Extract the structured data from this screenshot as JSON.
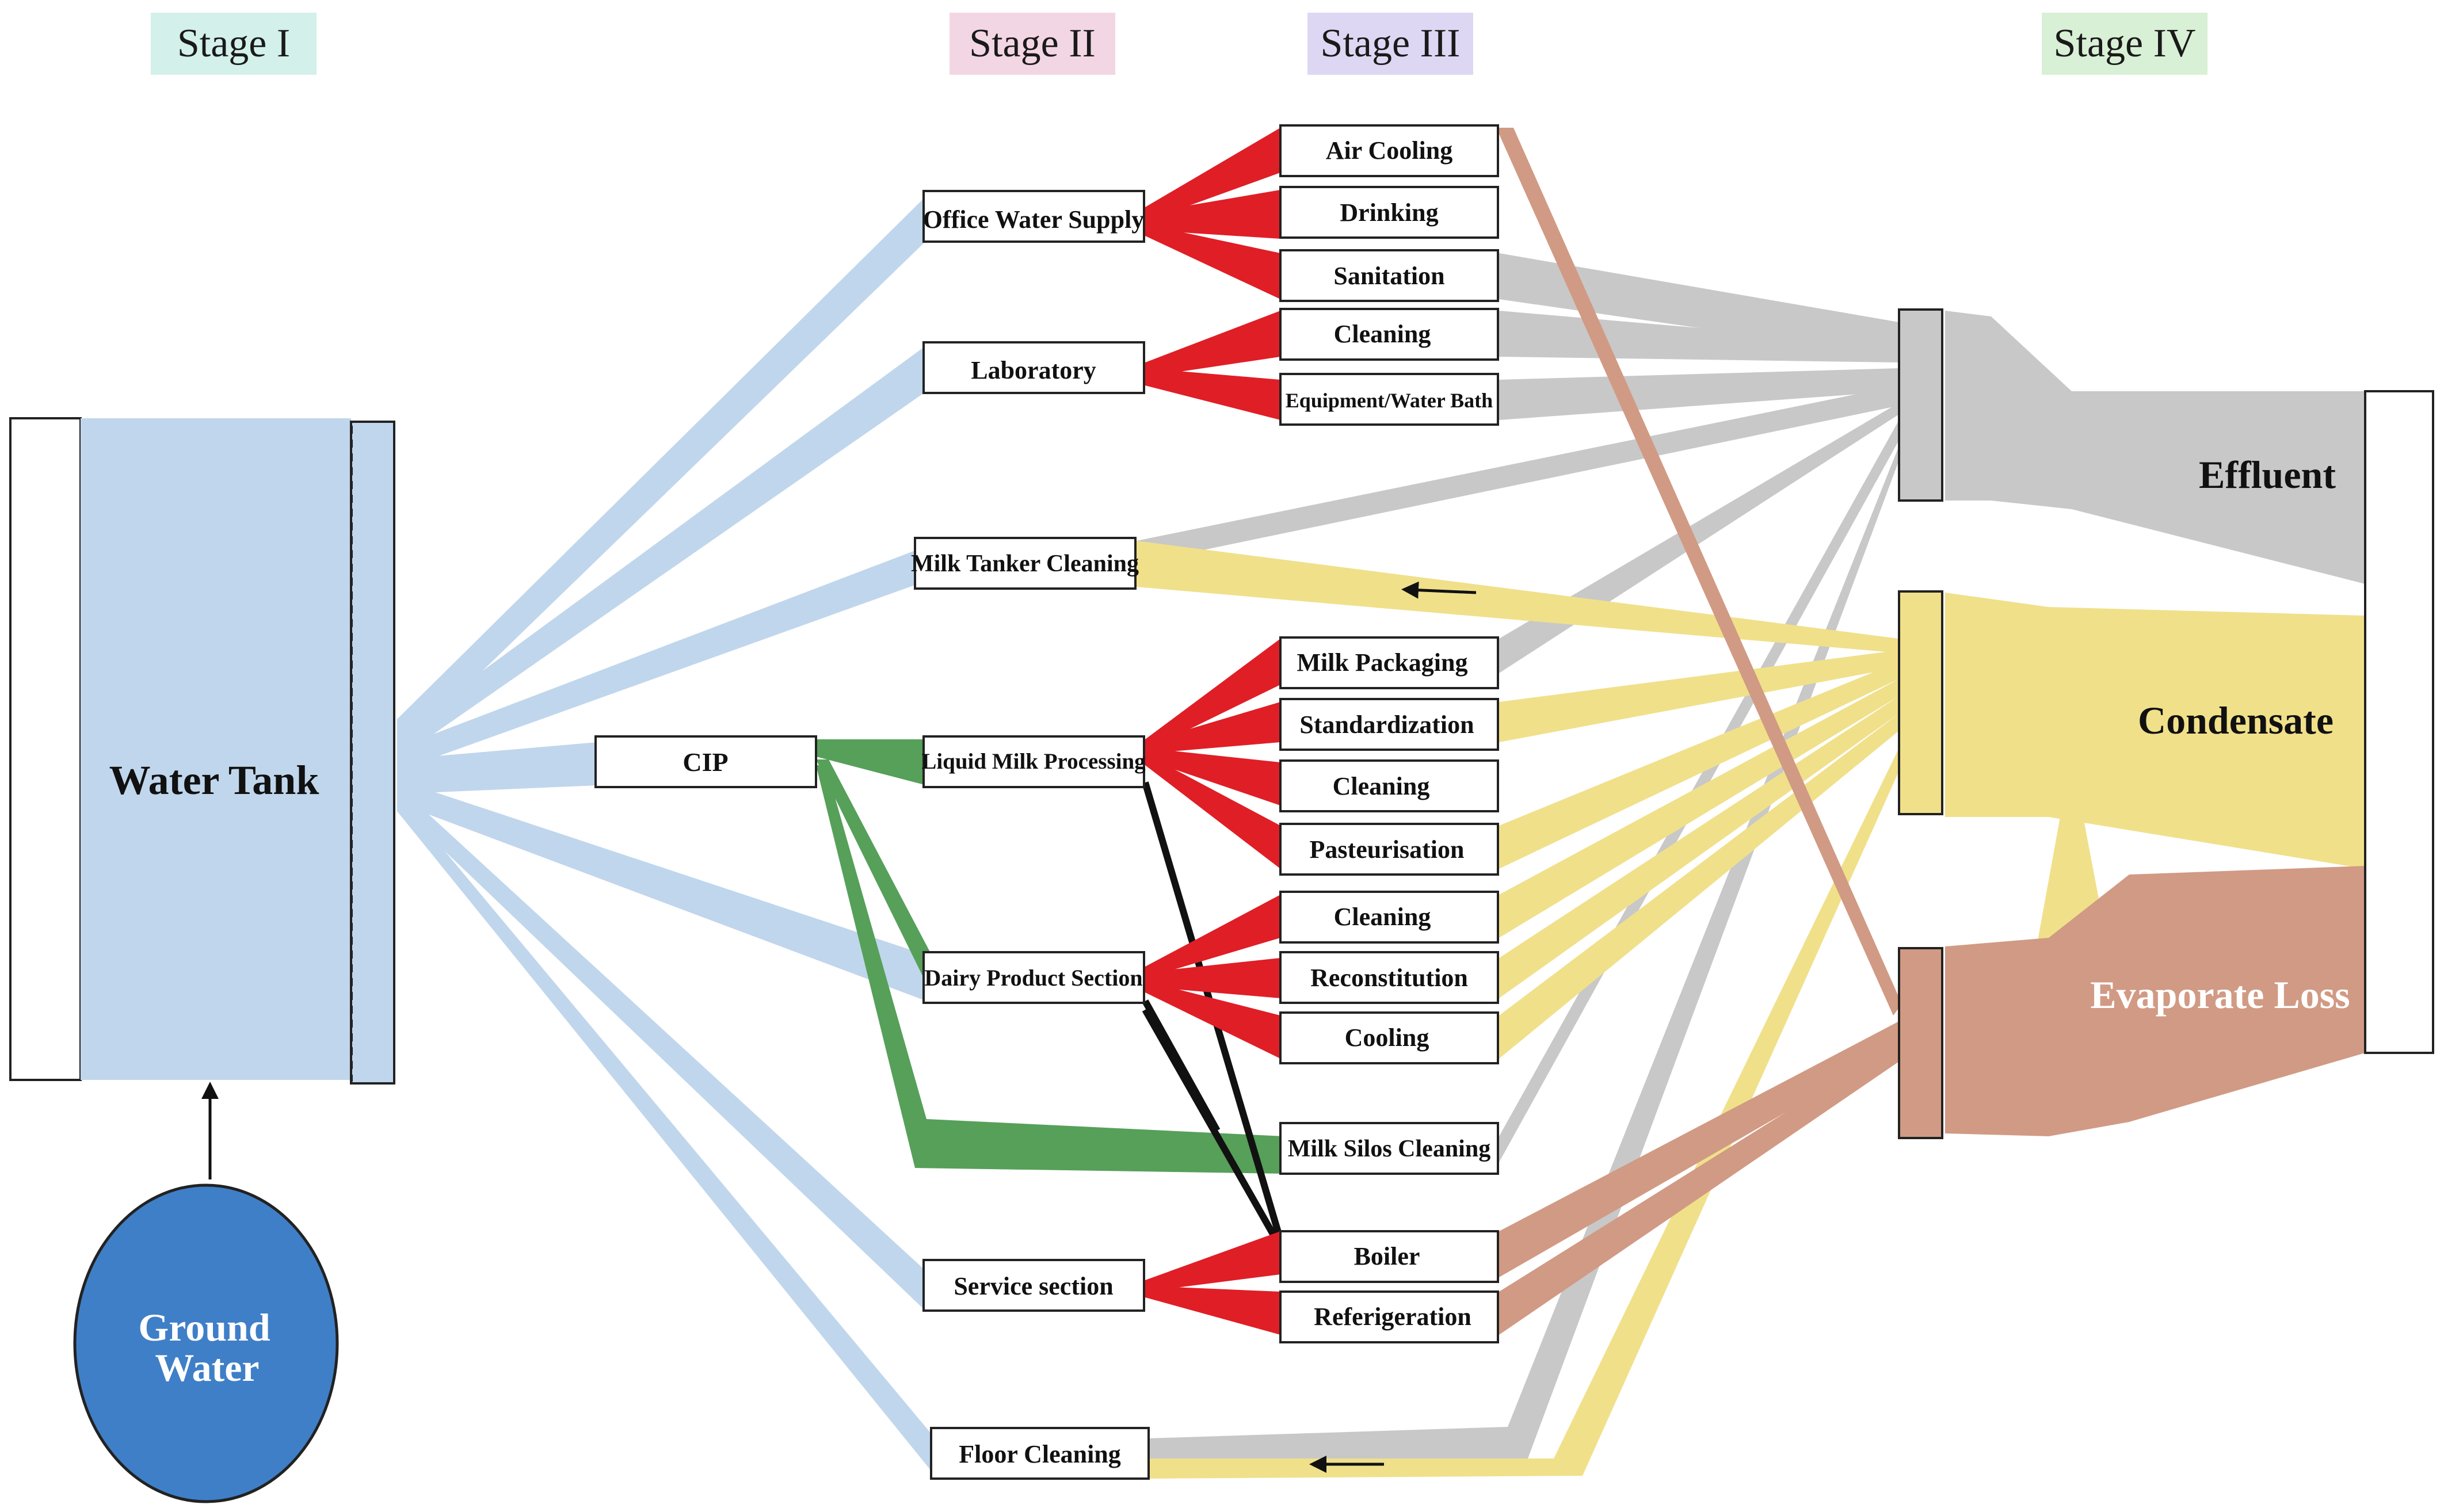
{
  "stages": {
    "stage1": "Stage I",
    "stage2": "Stage II",
    "stage3": "Stage III",
    "stage4": "Stage IV"
  },
  "stage_colors": {
    "stage1": "#d3f0ea",
    "stage2": "#f3d6e3",
    "stage3": "#ded7f3",
    "stage4": "#d8f0d5"
  },
  "flow_colors": {
    "supply": "#c0d6ec",
    "distribution": "#e01e26",
    "cip": "#56a05a",
    "cip_return": "#111111",
    "effluent": "#c8c8c8",
    "condensate": "#f0e08a",
    "evaporate": "#d19a84",
    "ground_water": "#3f7fc7"
  },
  "source": {
    "water_tank": "Water Tank",
    "ground_water_line1": "Ground",
    "ground_water_line2": "Water"
  },
  "stage2_nodes": {
    "office": "Office Water Supply",
    "laboratory": "Laboratory",
    "milk_tanker": "Milk Tanker Cleaning",
    "cip": "CIP",
    "liquid_milk": "Liquid Milk Processing",
    "dairy": "Dairy Product Section",
    "service": "Service section",
    "floor": "Floor Cleaning"
  },
  "stage3_nodes": {
    "air_cooling": "Air Cooling",
    "drinking": "Drinking",
    "sanitation": "Sanitation",
    "cleaning_lab": "Cleaning",
    "equipment": "Equipment/Water Bath",
    "milk_packaging": "Milk Packaging",
    "standardization": "Standardization",
    "cleaning_lmp": "Cleaning",
    "pasteurisation": "Pasteurisation",
    "cleaning_dairy": "Cleaning",
    "reconstitution": "Reconstitution",
    "cooling": "Cooling",
    "milk_silos": "Milk Silos Cleaning",
    "boiler": "Boiler",
    "refrigeration": "Referigeration"
  },
  "stage4_nodes": {
    "effluent": "Effluent",
    "condensate": "Condensate",
    "evaporate": "Evaporate Loss"
  }
}
